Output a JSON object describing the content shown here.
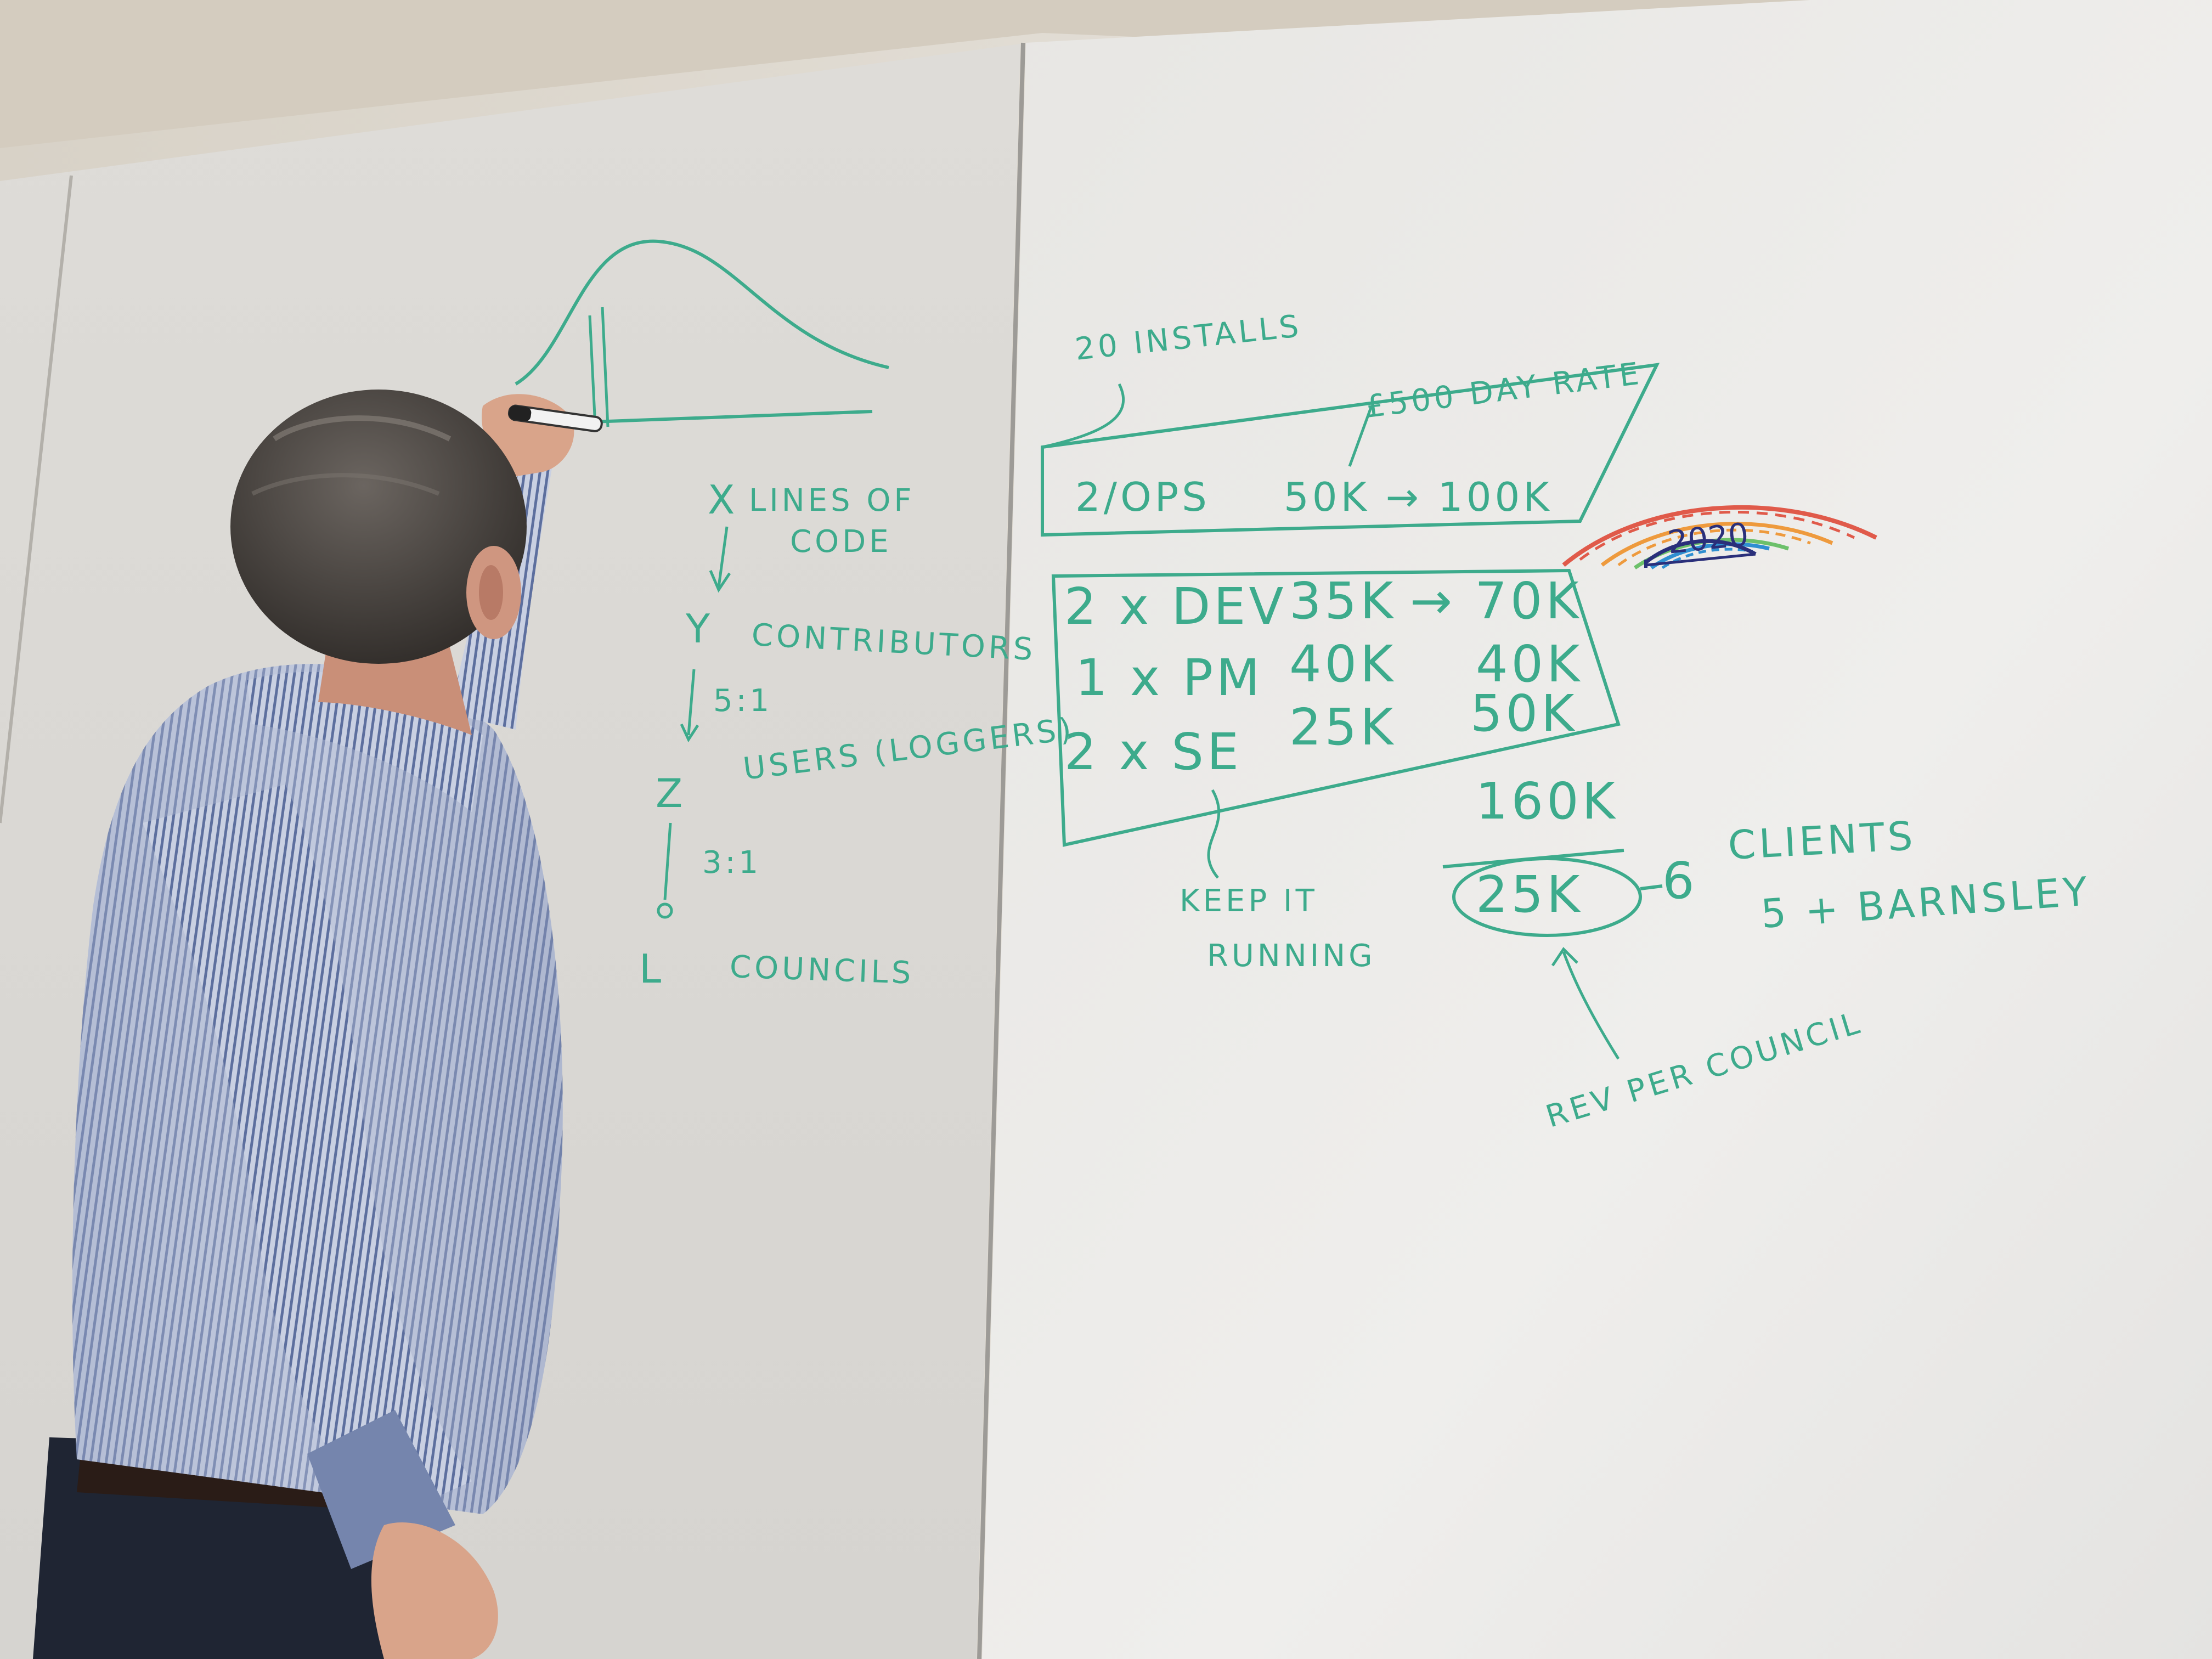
{
  "photo": {
    "subject": "person-at-whiteboard",
    "colors": {
      "marker": "#3dab8c",
      "rainbow": [
        "#e05a4a",
        "#ee9a3d",
        "#6cc06a",
        "#2f8fd1",
        "#2a2f7a"
      ],
      "board": "#e9e8e6",
      "wall": "#c9c2b6"
    }
  },
  "left_panel": {
    "lines_of_code_x": "X",
    "lines_of_code_1": "LINES OF",
    "lines_of_code_2": "CODE",
    "contributors_y": "Y",
    "contributors": "CONTRIBUTORS",
    "ratio_1": "5:1",
    "users_z": "Z",
    "users": "USERS (LOGGERS)",
    "ratio_2": "3:1",
    "councils_l": "L",
    "councils": "COUNCILS"
  },
  "right_panel": {
    "installs": "20 INSTALLS",
    "day_rate": "£500 DAY RATE",
    "ops_label": "2/OPS",
    "ops_value": "50K → 100K",
    "rows": [
      {
        "role": "2 x DEV",
        "a": "35K",
        "b": "→ 70K"
      },
      {
        "role": "1 x PM",
        "a": "40K",
        "b": "40K"
      },
      {
        "role": "2 x SE",
        "a": "25K",
        "b": "50K"
      }
    ],
    "total": "160K",
    "keep_1": "KEEP IT",
    "keep_2": "RUNNING",
    "per_council": "25K",
    "clients_prefix": "6",
    "clients": "CLIENTS",
    "clients_sub": "5 + BARNSLEY",
    "rev_per_council": "REV PER COUNCIL",
    "rainbow_year": "2020"
  }
}
